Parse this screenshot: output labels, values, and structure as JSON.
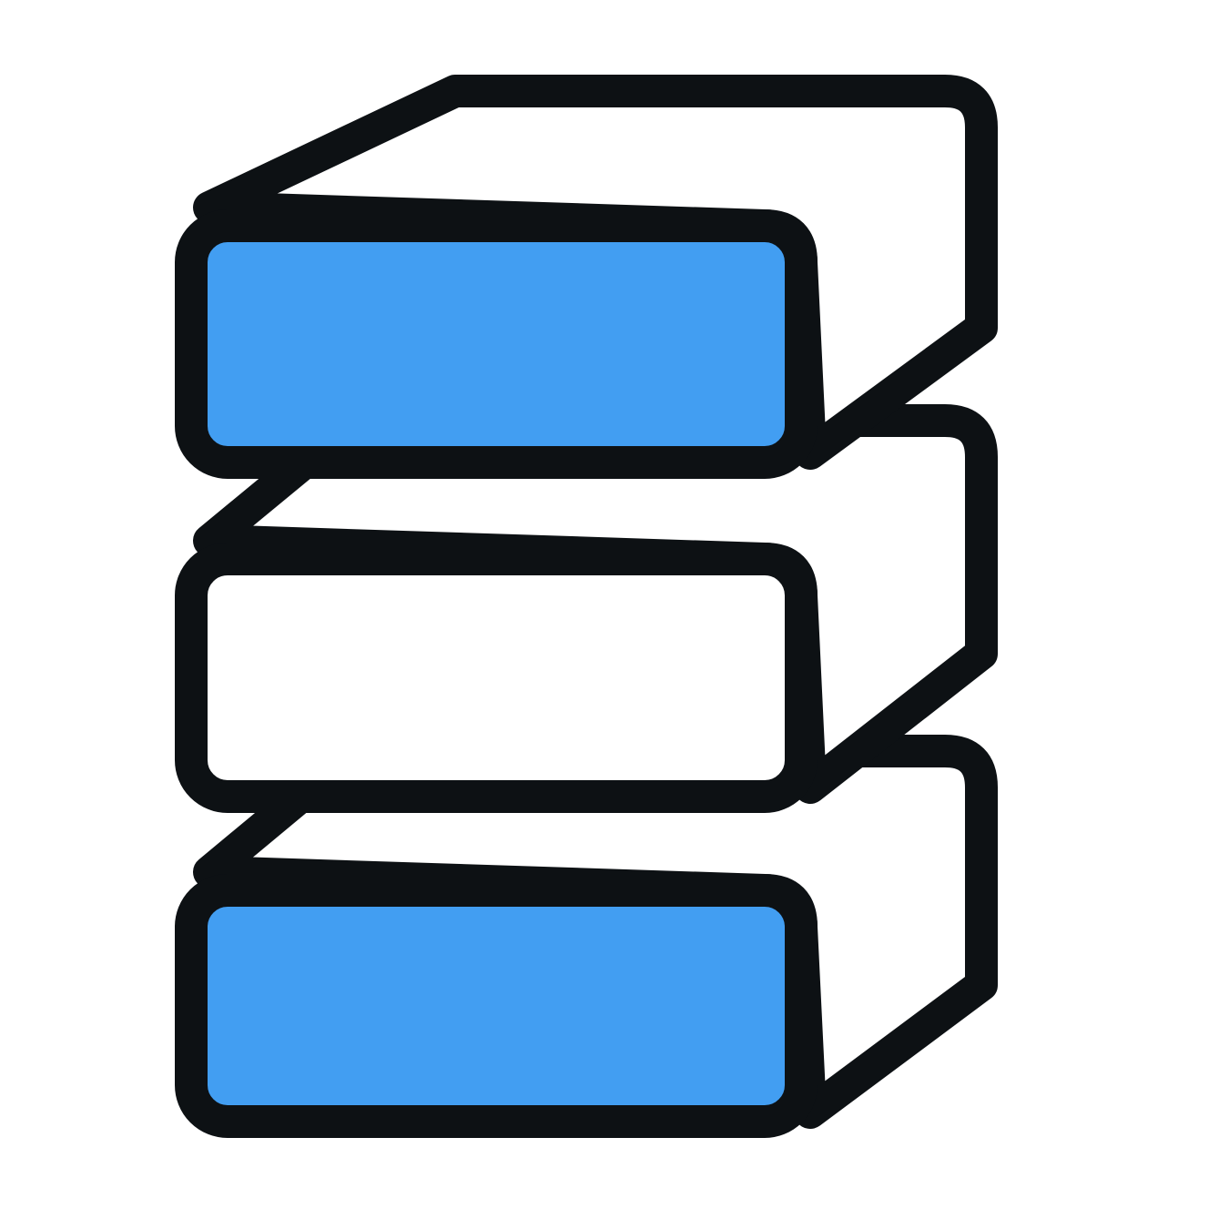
{
  "image": {
    "icon": "stacked-blocks-icon",
    "colors": {
      "background": "#ffffff",
      "outline": "#0d1114",
      "accent_fill": "#429ef2",
      "plain_fill": "#ffffff"
    },
    "blocks": [
      {
        "name": "top-block",
        "fill": "accent"
      },
      {
        "name": "middle-block",
        "fill": "plain"
      },
      {
        "name": "bottom-block",
        "fill": "accent"
      }
    ]
  }
}
